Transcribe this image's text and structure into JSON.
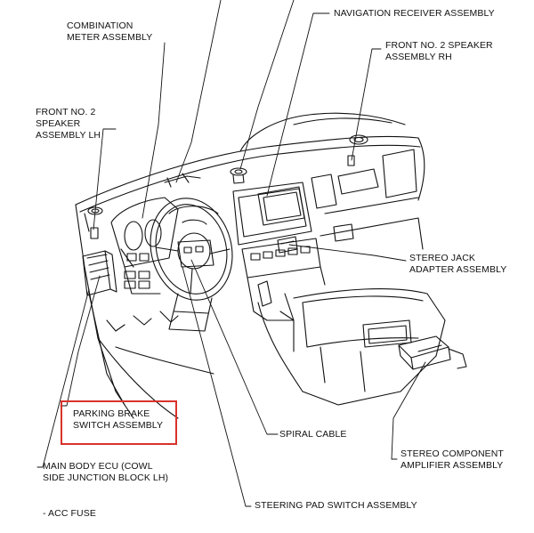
{
  "colors": {
    "ink": "#111111",
    "highlight": "#d9322b",
    "background": "#ffffff"
  },
  "labels": {
    "combination_meter": "COMBINATION\nMETER ASSEMBLY",
    "navigation_receiver": "NAVIGATION RECEIVER ASSEMBLY",
    "front_speaker_rh": "FRONT NO. 2 SPEAKER\nASSEMBLY RH",
    "front_speaker_lh": "FRONT NO. 2\nSPEAKER\nASSEMBLY LH",
    "stereo_jack": "STEREO JACK\nADAPTER ASSEMBLY",
    "parking_brake": "PARKING BRAKE\nSWITCH ASSEMBLY",
    "spiral_cable": "SPIRAL CABLE",
    "stereo_amp": "STEREO COMPONENT\nAMPLIFIER ASSEMBLY",
    "main_body_ecu": "MAIN BODY ECU (COWL\nSIDE JUNCTION BLOCK LH)",
    "steering_pad": "STEERING PAD SWITCH ASSEMBLY",
    "acc_fuse": "- ACC FUSE"
  }
}
